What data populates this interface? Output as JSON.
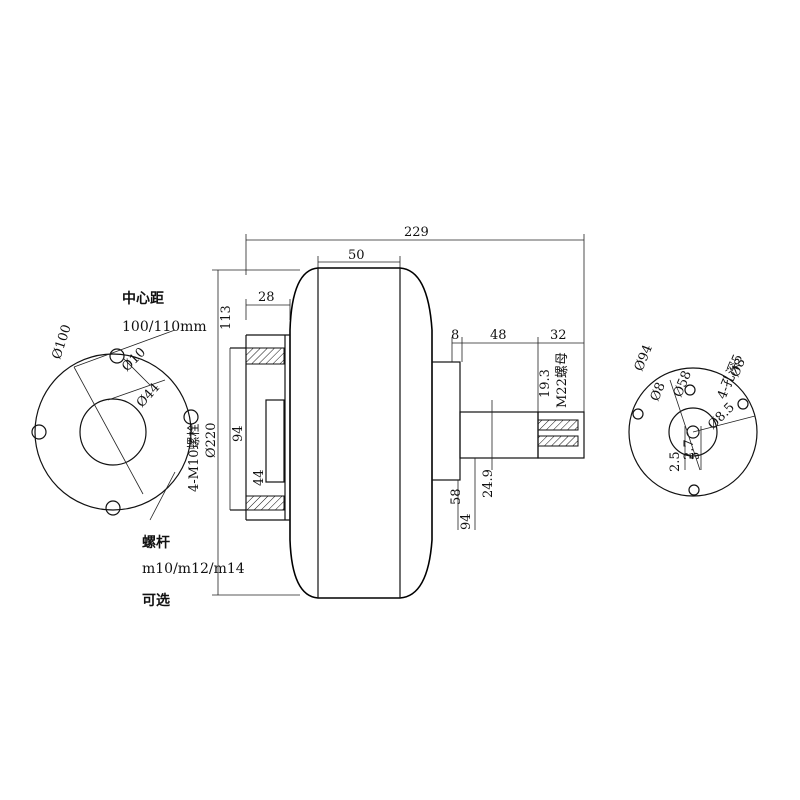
{
  "colors": {
    "line": "#111111",
    "background": "#ffffff"
  },
  "left_view": {
    "center_distance_label": "中心距",
    "center_distance_value": "100/110mm",
    "d100": "Ø100",
    "d10": "Ø10",
    "d44": "Ø44",
    "d220": "Ø220",
    "bolt_note": "4-M10螺栓",
    "stud_label": "螺杆",
    "stud_sizes": "m10/m12/m14",
    "optional": "可选"
  },
  "side_view": {
    "overall_length": "229",
    "width_50": "50",
    "flange_28": "28",
    "height_113": "113",
    "dim_94_left": "94",
    "dim_44": "44",
    "dim_8": "8",
    "dim_48": "48",
    "dim_32": "32",
    "dim_19_3": "19.3",
    "nut_note": "M22螺母",
    "dim_58": "58",
    "dim_94_bottom": "94",
    "dim_24_9": "24.9"
  },
  "right_view": {
    "d94": "Ø94",
    "d8_a": "Ø8",
    "d58": "Ø58",
    "d8_b": "Ø8",
    "hole_note": "4-孔深5",
    "d8_5": "Ø8.5",
    "dim_2_7": "2.7",
    "dim_2_5": "2.5",
    "dim_5": "5"
  }
}
